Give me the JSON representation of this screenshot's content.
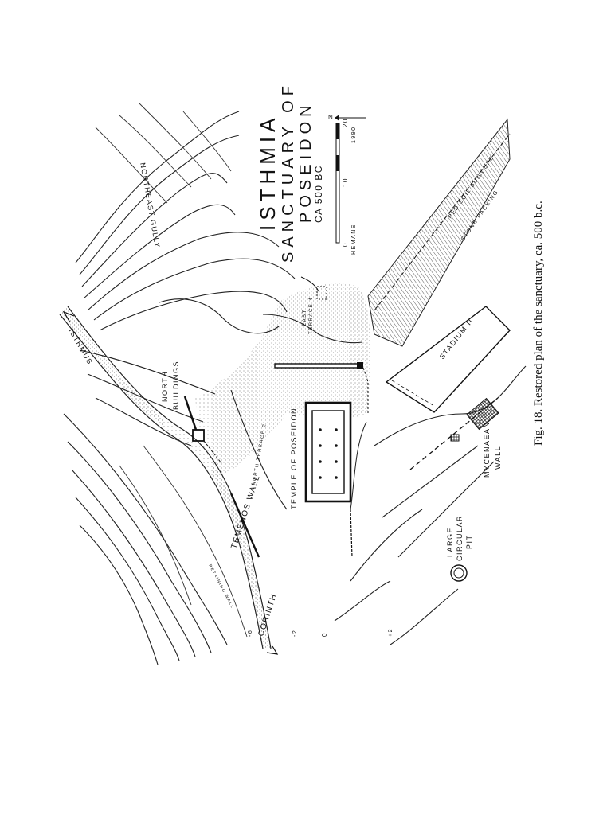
{
  "map": {
    "title_line1": "ISTHMIA",
    "title_line2": "SANCTUARY OF",
    "title_line3": "POSEIDON",
    "title_line4": "CA 500 BC",
    "scale": {
      "start": "0",
      "mid": "10",
      "end": "20"
    },
    "author": "HEMANS",
    "year": "1990",
    "north": "N",
    "labels": {
      "northeast_gully": "NORTHEAST GULLY",
      "isthmus": "ISTHMUS",
      "north_buildings_1": "NORTH",
      "north_buildings_2": "BUILDINGS",
      "temenos_wall": "TEMENOS WALL",
      "north_terrace": "NORTH TERRACE 2",
      "retaining_wall": "RETAINING WALL",
      "corinth": "CORINTH",
      "temple": "TEMPLE OF POSEIDON",
      "east_terrace_1": "EAST",
      "east_terrace_2": "TERRACE 4",
      "stadium": "STADIUM II",
      "red_soil": "RED SOIL BUILDUPS",
      "stone_packing": "STONE PACKING",
      "mycenaean_1": "MYCENAEAN",
      "mycenaean_2": "WALL",
      "pit_1": "LARGE",
      "pit_2": "CIRCULAR",
      "pit_3": "PIT",
      "elev_zero": "0",
      "elev_plus2": "+2",
      "elev_minus2": "-2",
      "elev_minus6": "-6"
    }
  },
  "caption": "Fig. 18. Restored plan of the sanctuary, ca. 500 b.c."
}
